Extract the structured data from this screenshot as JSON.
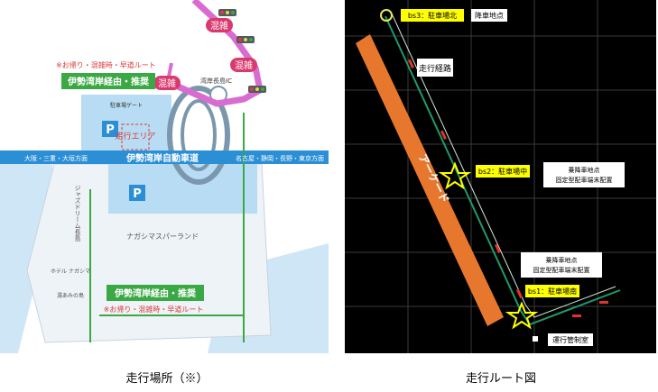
{
  "left_map": {
    "congestion_label": "混雑",
    "route_note": "※お帰り・混雑時・早道ルート",
    "recommend_label": "伊勢湾岸経由・推奨",
    "ic_label": "湾岸長島IC",
    "parking_gate_label": "駐車場ゲート",
    "area_label": "走行エリア",
    "expressway_label": "伊勢湾岸自動車道",
    "west_direction": "大阪・三重・大垣方面",
    "east_direction": "名古屋・静岡・長野・東京方面",
    "jazz_dream_label": "ジャズドリーム長島",
    "nagashima_spaland_label": "ナガシマスパーランド",
    "hotel_label": "ホテル\nナガシマ",
    "yuami_label": "湯あみの島",
    "parking_symbol": "P",
    "colors": {
      "expressway": "#2b8fd6",
      "recommend_box": "#3aa845",
      "congestion": "#d93a6e",
      "route_arrow": "#3aa845"
    }
  },
  "right_route": {
    "bs3_label": "bs3：駐車場北",
    "drop_point_label": "降車地点",
    "route_label": "走行経路",
    "arcade_label": "アーケード",
    "bs2_label": "bs2：駐車場中",
    "drop_point_2_title": "乗降車地点",
    "drop_point_2_subtitle": "固定型配車端末配置",
    "pickup_point_title": "乗降車地点",
    "pickup_point_subtitle": "固定型配車端末配置",
    "bs1_label": "bs1：駐車場南",
    "control_room_label": "運行管制室",
    "colors": {
      "arcade": "#e8772e",
      "bs_label_bg": "#ffff00",
      "route_line": "#1f9a6a",
      "star": "#ffff00",
      "arrow": "#e0342b"
    }
  },
  "captions": {
    "left": "走行場所（※）",
    "right": "走行ルート図"
  }
}
